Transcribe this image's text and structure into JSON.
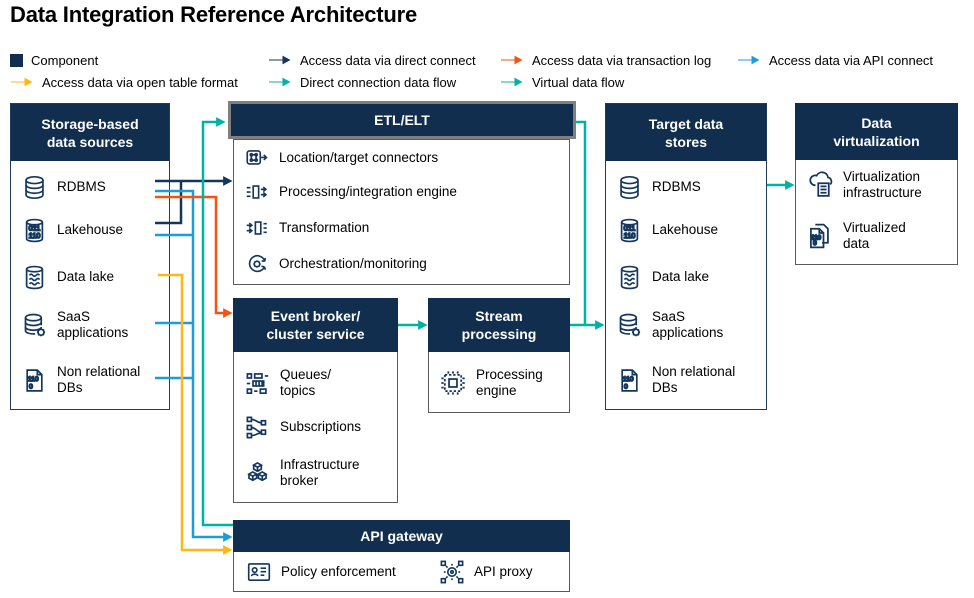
{
  "title": "Data Integration Reference Architecture",
  "colors": {
    "component_navy": "#112E4F",
    "direct_connect": "#16355A",
    "transaction_log": "#F65214",
    "api_connect": "#1E9CD9",
    "open_table_format": "#FDB813",
    "direct_connection_flow": "#00B2A3",
    "virtual_flow": "#00B2A3"
  },
  "legend": {
    "component": "Component",
    "direct_connect": "Access data via direct connect",
    "transaction_log": "Access data via transaction log",
    "api_connect": "Access data via API connect",
    "open_table_format": "Access data via open table format",
    "direct_connection_flow": "Direct connection data flow",
    "virtual_flow": "Virtual data flow"
  },
  "boxes": {
    "storage": {
      "title_lines": [
        "Storage-based",
        "data sources"
      ],
      "items": [
        {
          "label": "RDBMS",
          "icon": "rdbms-database-icon"
        },
        {
          "label": "Lakehouse",
          "icon": "lakehouse-icon"
        },
        {
          "label": "Data lake",
          "icon": "data-lake-icon"
        },
        {
          "label_lines": [
            "SaaS",
            "applications"
          ],
          "icon": "saas-applications-icon"
        },
        {
          "label_lines": [
            "Non relational",
            "DBs"
          ],
          "icon": "non-relational-dbs-icon"
        }
      ]
    },
    "etl": {
      "title": "ETL/ELT",
      "items": [
        {
          "label": "Location/target connectors",
          "icon": "location-target-connectors-icon"
        },
        {
          "label": "Processing/integration engine",
          "icon": "integration-engine-icon"
        },
        {
          "label": "Transformation",
          "icon": "transformation-icon"
        },
        {
          "label": "Orchestration/monitoring",
          "icon": "orchestration-monitoring-icon"
        }
      ]
    },
    "event_broker": {
      "title_lines": [
        "Event broker/",
        "cluster service"
      ],
      "items": [
        {
          "label_lines": [
            "Queues/",
            "topics"
          ],
          "icon": "queues-topics-icon"
        },
        {
          "label": "Subscriptions",
          "icon": "subscriptions-icon"
        },
        {
          "label_lines": [
            "Infrastructure",
            "broker"
          ],
          "icon": "infrastructure-broker-icon"
        }
      ]
    },
    "stream": {
      "title_lines": [
        "Stream",
        "processing"
      ],
      "items": [
        {
          "label_lines": [
            "Processing",
            "engine"
          ],
          "icon": "processing-engine-chip-icon"
        }
      ]
    },
    "api_gateway": {
      "title": "API gateway",
      "items": [
        {
          "label": "Policy enforcement",
          "icon": "policy-enforcement-icon"
        },
        {
          "label": "API proxy",
          "icon": "api-proxy-icon"
        }
      ]
    },
    "target": {
      "title_lines": [
        "Target data",
        "stores"
      ],
      "items": [
        {
          "label": "RDBMS",
          "icon": "rdbms-database-icon"
        },
        {
          "label": "Lakehouse",
          "icon": "lakehouse-icon"
        },
        {
          "label": "Data lake",
          "icon": "data-lake-icon"
        },
        {
          "label_lines": [
            "SaaS",
            "applications"
          ],
          "icon": "saas-applications-icon"
        },
        {
          "label_lines": [
            "Non relational",
            "DBs"
          ],
          "icon": "non-relational-dbs-icon"
        }
      ]
    },
    "virtualization": {
      "title_lines": [
        "Data",
        "virtualization"
      ],
      "items": [
        {
          "label_lines": [
            "Virtualization",
            "infrastructure"
          ],
          "icon": "virtualization-infrastructure-icon"
        },
        {
          "label_lines": [
            "Virtualized",
            "data"
          ],
          "icon": "virtualized-data-icon"
        }
      ]
    }
  }
}
